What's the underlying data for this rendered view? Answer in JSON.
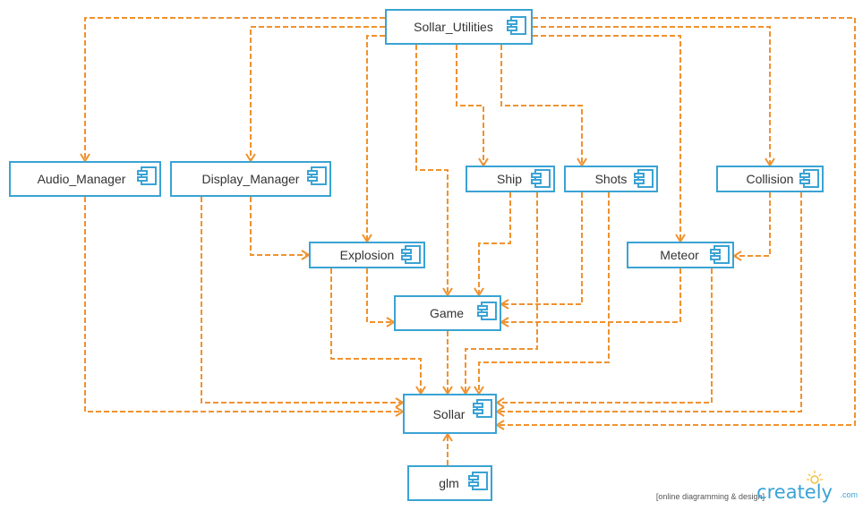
{
  "components": {
    "sollar_utilities": "Sollar_Utilities",
    "audio_manager": "Audio_Manager",
    "display_manager": "Display_Manager",
    "ship": "Ship",
    "shots": "Shots",
    "collision": "Collision",
    "explosion": "Explosion",
    "meteor": "Meteor",
    "game": "Game",
    "sollar": "Sollar",
    "glm": "glm"
  },
  "watermark": {
    "tagline": "[online diagramming & design]",
    "brand": "creately",
    "suffix": ".com"
  },
  "colors": {
    "component_border": "#3aa3d4",
    "dependency_line": "#f0922e",
    "label_text": "#333333"
  },
  "dependencies": [
    {
      "from": "sollar_utilities",
      "to": "audio_manager"
    },
    {
      "from": "sollar_utilities",
      "to": "display_manager"
    },
    {
      "from": "sollar_utilities",
      "to": "explosion"
    },
    {
      "from": "sollar_utilities",
      "to": "game"
    },
    {
      "from": "sollar_utilities",
      "to": "ship"
    },
    {
      "from": "sollar_utilities",
      "to": "shots"
    },
    {
      "from": "sollar_utilities",
      "to": "meteor"
    },
    {
      "from": "sollar_utilities",
      "to": "collision"
    },
    {
      "from": "sollar_utilities",
      "to": "sollar"
    },
    {
      "from": "display_manager",
      "to": "explosion"
    },
    {
      "from": "display_manager",
      "to": "sollar"
    },
    {
      "from": "audio_manager",
      "to": "sollar"
    },
    {
      "from": "ship",
      "to": "game"
    },
    {
      "from": "ship",
      "to": "sollar"
    },
    {
      "from": "shots",
      "to": "game"
    },
    {
      "from": "shots",
      "to": "sollar"
    },
    {
      "from": "collision",
      "to": "meteor"
    },
    {
      "from": "collision",
      "to": "sollar"
    },
    {
      "from": "meteor",
      "to": "game"
    },
    {
      "from": "meteor",
      "to": "sollar"
    },
    {
      "from": "explosion",
      "to": "game"
    },
    {
      "from": "explosion",
      "to": "sollar"
    },
    {
      "from": "game",
      "to": "sollar"
    },
    {
      "from": "glm",
      "to": "sollar"
    }
  ]
}
